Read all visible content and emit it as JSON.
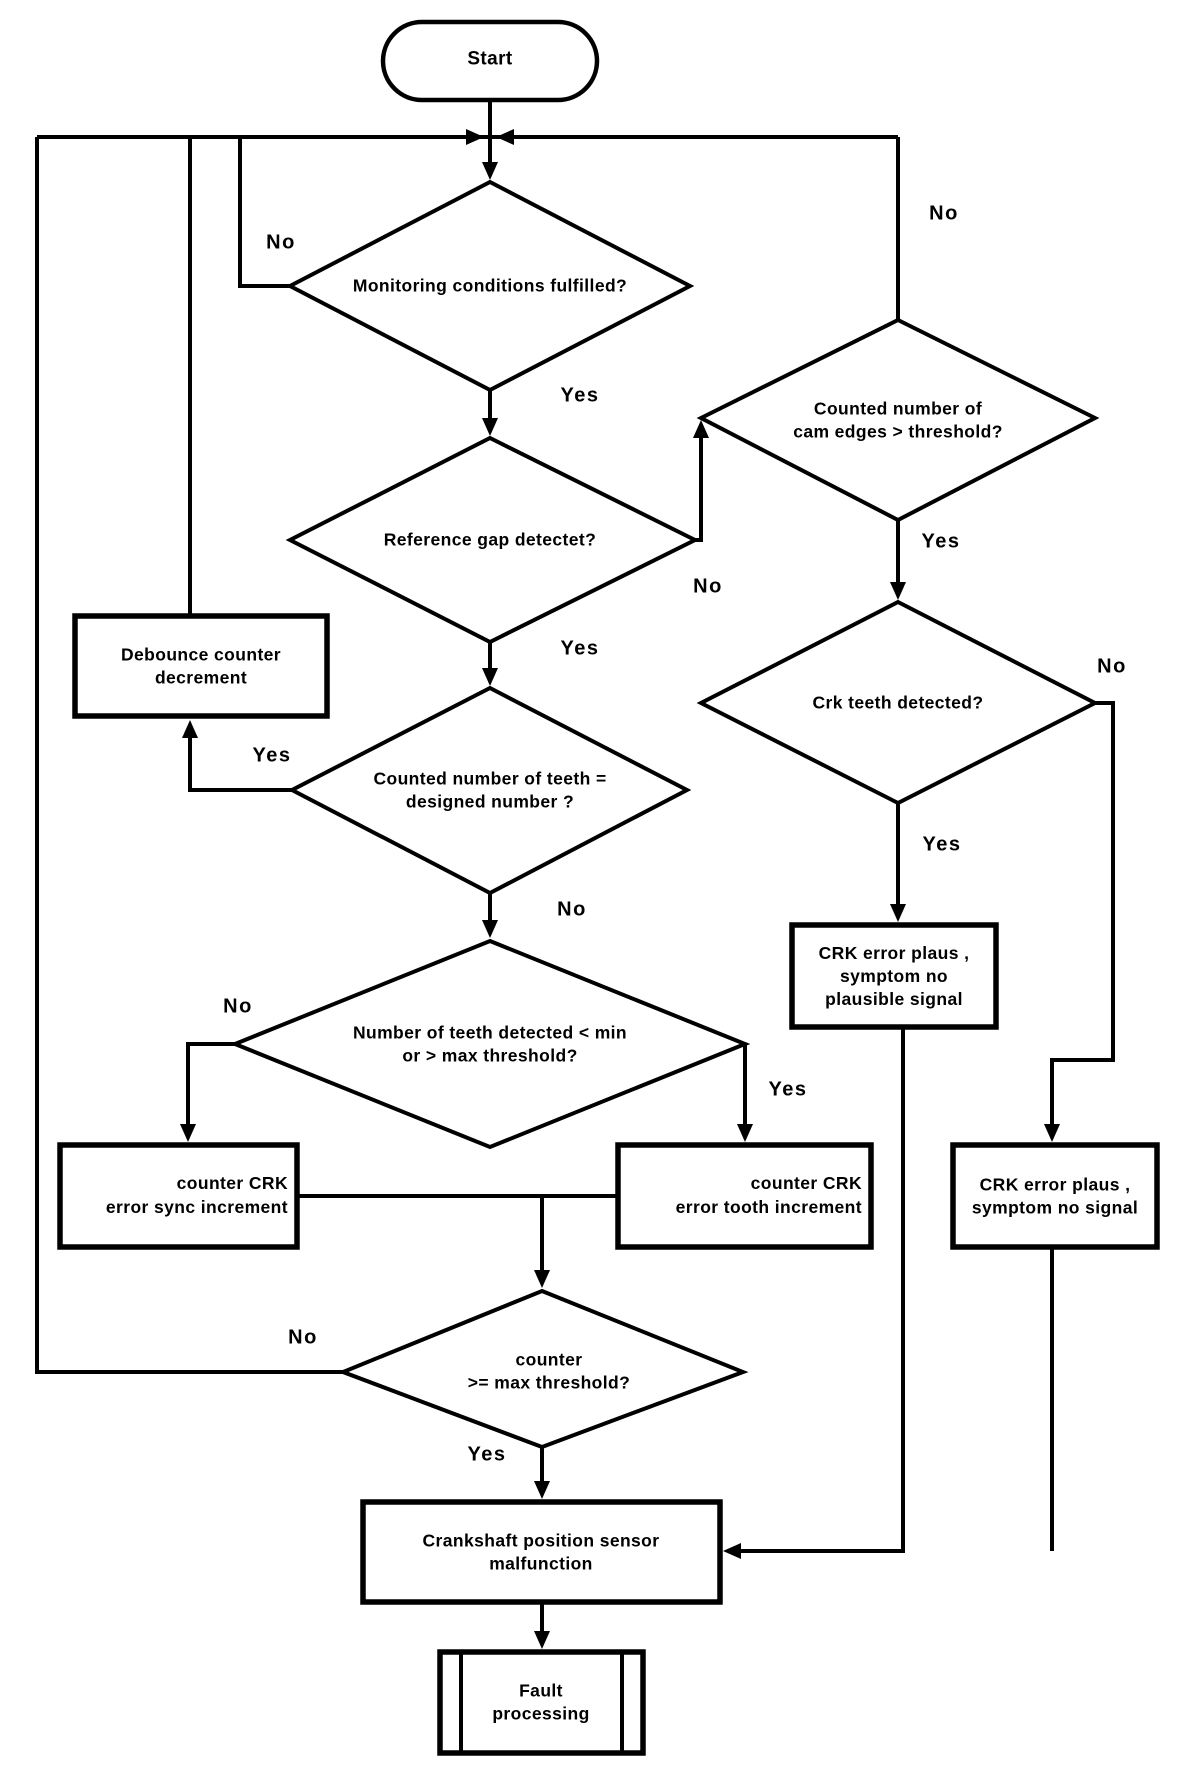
{
  "nodes": {
    "start": {
      "label": "Start"
    },
    "monitoring_conditions": {
      "label": "Monitoring conditions fulfilled?"
    },
    "reference_gap": {
      "label": "Reference gap detectet?"
    },
    "counted_teeth_designed": {
      "label": "Counted number of teeth =\ndesigned number ?"
    },
    "teeth_min_max": {
      "label": "Number of teeth detected < min\nor > max threshold?"
    },
    "cam_edges_threshold": {
      "label": "Counted number of\ncam edges > threshold?"
    },
    "crk_teeth_detected": {
      "label": "Crk teeth detected?"
    },
    "counter_max_threshold": {
      "label": "counter\n>= max threshold?"
    },
    "debounce_counter": {
      "label": "Debounce counter\ndecrement"
    },
    "counter_crk_sync": {
      "label": "counter CRK\nerror sync increment"
    },
    "counter_crk_tooth": {
      "label": "counter CRK\nerror tooth increment"
    },
    "crk_error_no_plausible": {
      "label": "CRK error plaus ,\nsymptom no\nplausible signal"
    },
    "crk_error_no_signal": {
      "label": "CRK error plaus ,\nsymptom no signal"
    },
    "crankshaft_malfunction": {
      "label": "Crankshaft position sensor\nmalfunction"
    },
    "fault_processing": {
      "label": "Fault\nprocessing"
    }
  },
  "edge_labels": {
    "monitoring_no": "No",
    "monitoring_yes": "Yes",
    "reference_yes": "Yes",
    "reference_no": "No",
    "cam_no": "No",
    "cam_yes": "Yes",
    "crk_no": "No",
    "crk_yes": "Yes",
    "teeth_designed_yes": "Yes",
    "teeth_designed_no": "No",
    "minmax_no": "No",
    "minmax_yes": "Yes",
    "counter_no": "No",
    "counter_yes": "Yes"
  },
  "colors": {
    "line": "#000000",
    "background": "#ffffff"
  }
}
